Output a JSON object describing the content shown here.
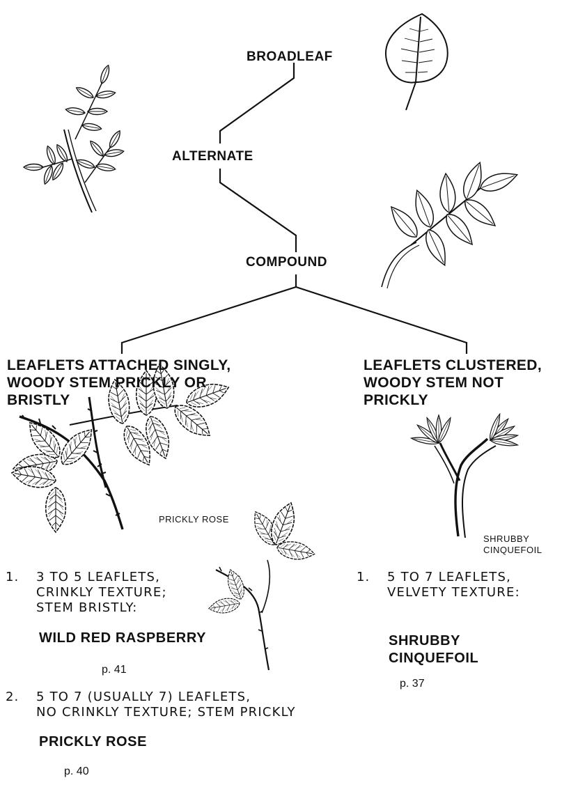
{
  "tree": {
    "root": "BROADLEAF",
    "level2": "ALTERNATE",
    "level3": "COMPOUND"
  },
  "branches": [
    {
      "heading_lines": [
        "LEAFLETS ATTACHED SINGLY,",
        "WOODY STEM PRICKLY OR",
        "BRISTLY"
      ],
      "illustration_caption": "PRICKLY ROSE",
      "items": [
        {
          "number": "1.",
          "description_lines": [
            "3 TO 5 LEAFLETS,",
            "CRINKLY TEXTURE;",
            "STEM BRISTLY:"
          ],
          "species": "WILD RED RASPBERRY",
          "page": "p. 41"
        },
        {
          "number": "2.",
          "description_lines": [
            "5 TO 7 (USUALLY 7) LEAFLETS,",
            "NO CRINKLY TEXTURE; STEM PRICKLY"
          ],
          "species": "PRICKLY ROSE",
          "page": "p. 40"
        }
      ]
    },
    {
      "heading_lines": [
        "LEAFLETS CLUSTERED,",
        "WOODY STEM NOT",
        "PRICKLY"
      ],
      "illustration_caption_lines": [
        "SHRUBBY",
        "CINQUEFOIL"
      ],
      "items": [
        {
          "number": "1.",
          "description_lines": [
            "5 TO 7 LEAFLETS,",
            "VELVETY TEXTURE:"
          ],
          "species_lines": [
            "SHRUBBY",
            "CINQUEFOIL"
          ],
          "page": "p. 37"
        }
      ]
    }
  ],
  "colors": {
    "ink": "#111111",
    "paper": "#ffffff"
  }
}
